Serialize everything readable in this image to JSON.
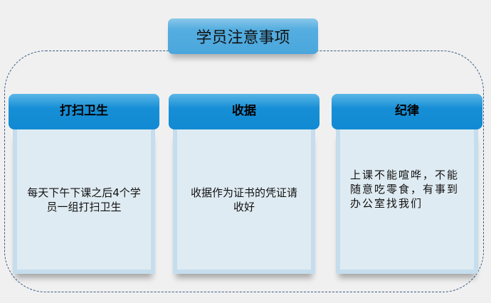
{
  "title": "学员注意事项",
  "columns": [
    {
      "heading": "打扫卫生",
      "text": "每天下午下课之后4个学员一组打扫卫生"
    },
    {
      "heading": "收据",
      "text": "收据作为证书的凭证请收好"
    },
    {
      "heading": "纪律",
      "text": "上课不能喧哗，不能随意吃零食，有事到办公室找我们"
    }
  ]
}
